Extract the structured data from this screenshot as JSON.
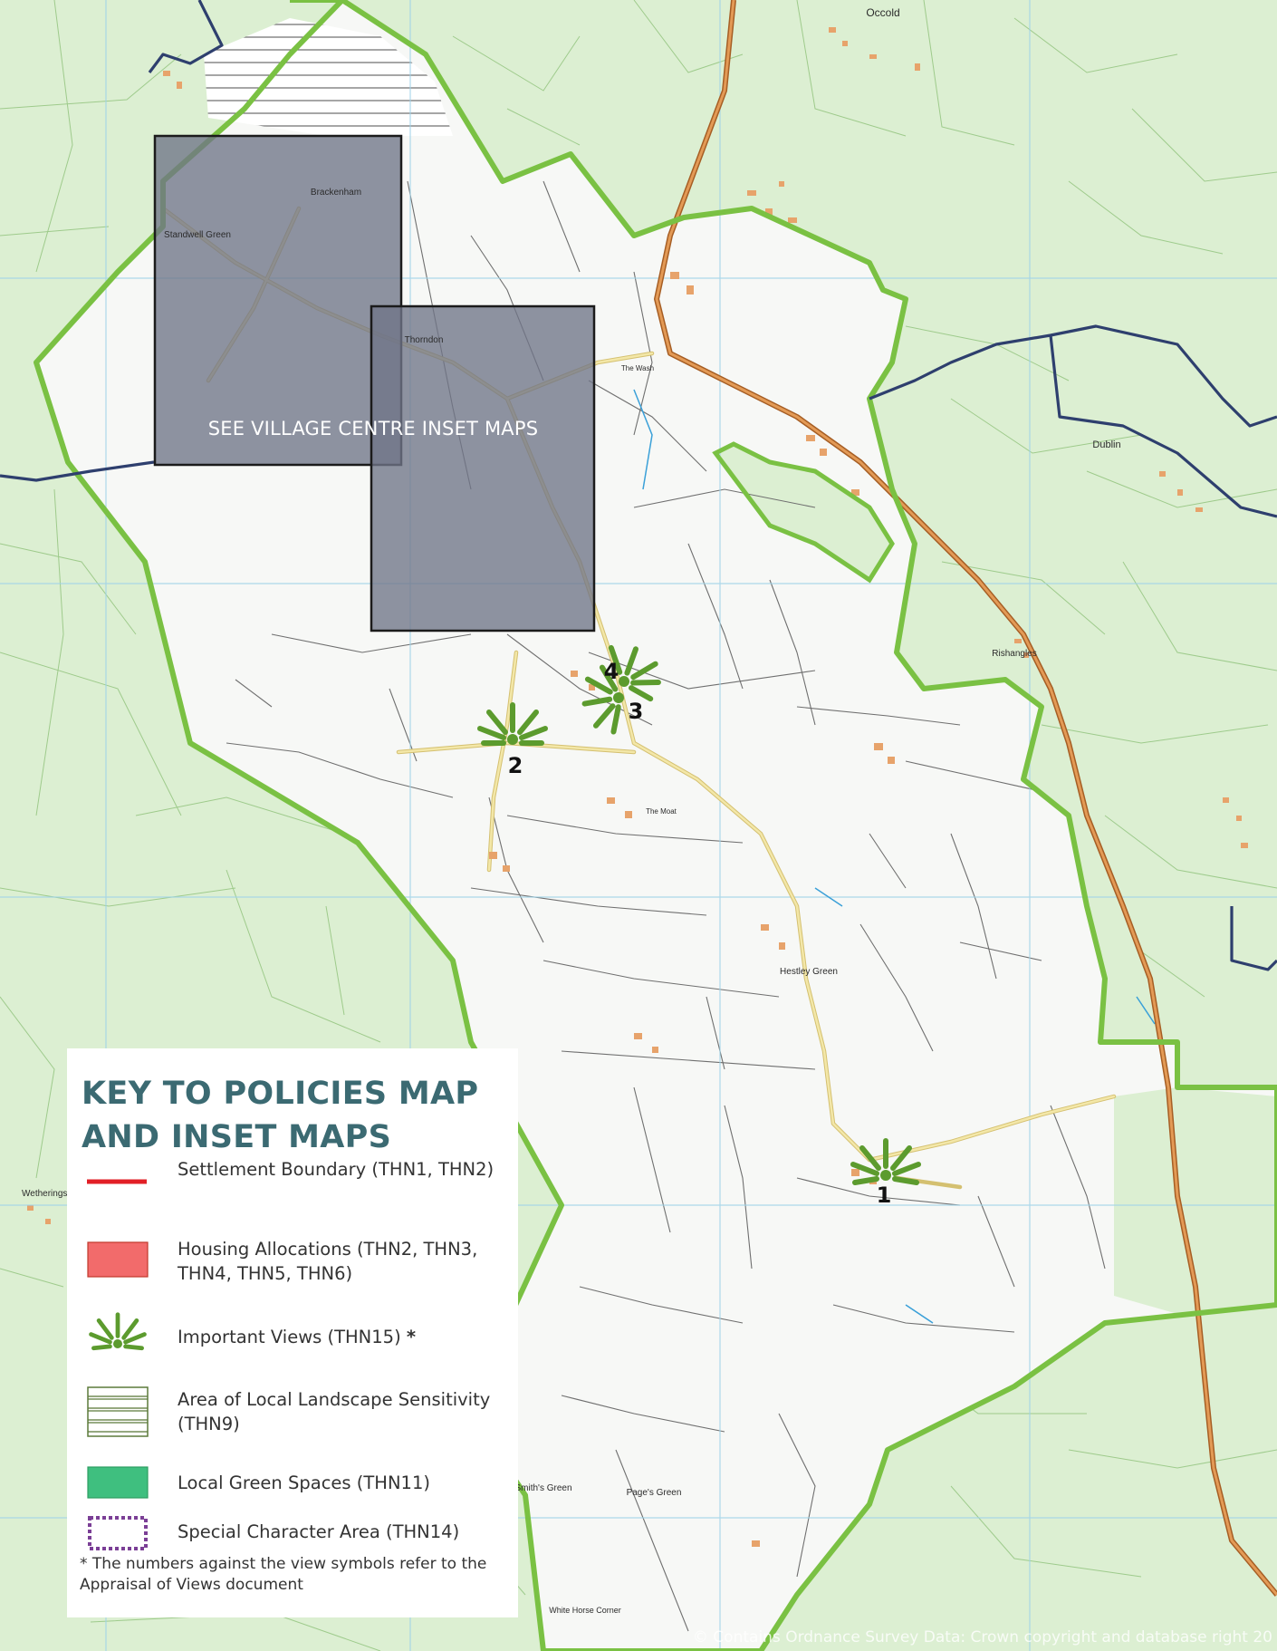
{
  "map": {
    "inset_caption": "SEE VILLAGE CENTRE INSET MAPS",
    "copyright": "© Contains Ordnance Survey Data: Crown copyright and database right 20",
    "view_numbers": [
      "1",
      "2",
      "3",
      "4"
    ],
    "places": {
      "occold": "Occold",
      "brackenham": "Brackenham",
      "standwell_green": "Standwell Green",
      "thorndon": "Thorndon",
      "the_wash": "The Wash",
      "dublin": "Dublin",
      "rishangles": "Rishangles",
      "hestley_green": "Hestley Green",
      "wetheringsett": "Wetheringset",
      "smiths_green": "Smith's Green",
      "pages_green": "Page's Green",
      "white_horse_corner": "White Horse Corner",
      "the_moat": "The Moat"
    },
    "colors": {
      "countryside": "#dcefd2",
      "parish_interior": "#f7f8f6",
      "parish_boundary": "#7ac143",
      "district_boundary": "#2e3f6e",
      "main_road": "#c87a35",
      "minor_road": "#e8d78a",
      "grid": "#9fd3e8",
      "inset_box": "#6f7488",
      "view_symbol": "#5c9b2e"
    }
  },
  "key": {
    "title_line1": "KEY TO POLICIES MAP",
    "title_line2": "AND INSET MAPS",
    "items": [
      {
        "label": "Settlement Boundary (THN1, THN2)",
        "symbol": "red-line",
        "color": "#e21f26"
      },
      {
        "label": "Housing Allocations (THN2, THN3, THN4, THN5, THN6)",
        "symbol": "red-fill",
        "color": "#f26b6b"
      },
      {
        "label": "Important Views (THN15)",
        "suffix": "*",
        "symbol": "view-icon",
        "color": "#5c9b2e"
      },
      {
        "label": "Area of Local Landscape Sensitivity (THN9)",
        "symbol": "hatched-box",
        "color": "#5c7a3a"
      },
      {
        "label": "Local Green Spaces (THN11)",
        "symbol": "green-fill",
        "color": "#3fbf7f"
      },
      {
        "label": "Special Character Area (THN14)",
        "symbol": "dotted-box",
        "color": "#7b3f96"
      }
    ],
    "footnote": "* The numbers against the view symbols refer to the Appraisal of Views document"
  }
}
